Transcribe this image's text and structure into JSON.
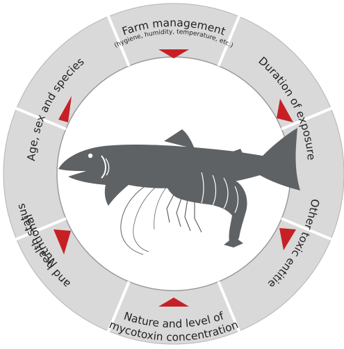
{
  "colors": {
    "ring": "#d9d9d9",
    "divider": "#ffffff",
    "outline": "#9a9a9a",
    "arrow": "#c62026",
    "silhouette": "#5f6264",
    "text": "#222222"
  },
  "segments": [
    {
      "id": "farm",
      "label": "Farm management",
      "sublabel": "(hygiene, humidity, temperature, etc.)"
    },
    {
      "id": "duration",
      "label": "Duration of exposure"
    },
    {
      "id": "other",
      "label": "Other toxic entities"
    },
    {
      "id": "nature_line1",
      "label": "Nature and level of"
    },
    {
      "id": "nature_line2",
      "label": "mycotoxin concentration"
    },
    {
      "id": "nutrition_line1",
      "label": "Nutritional"
    },
    {
      "id": "nutrition_line2",
      "label": "and health status"
    },
    {
      "id": "age",
      "label": "Age, sex and species"
    }
  ],
  "center": {
    "icons": [
      "fish-icon",
      "shrimp-icon"
    ]
  }
}
